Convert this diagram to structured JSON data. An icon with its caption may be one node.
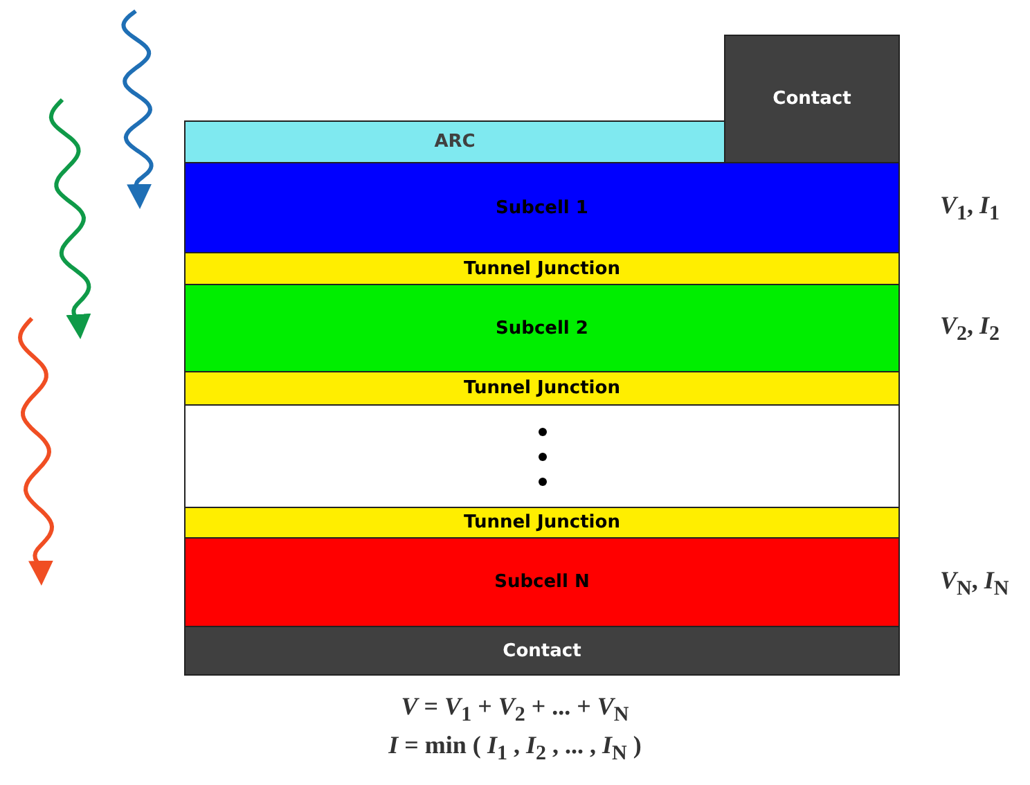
{
  "diagram": {
    "nodes": [
      {
        "text": [
          "Contact"
        ]
      },
      {
        "text": [
          "ARC"
        ]
      },
      {
        "text": [
          "Subcell 1"
        ],
        "beside": [
          "*V*$_{1}$, *I*$_{1}$"
        ]
      },
      {
        "text": [
          "Tunnel Junction"
        ]
      },
      {
        "text": [
          "Subcell 2"
        ],
        "beside": [
          "*V*$_{2}$, *I*$_{2}$"
        ]
      },
      {
        "text": [
          "Tunnel Junction"
        ]
      },
      {
        "text": [],
        "shape": "box"
      },
      {
        "text": [
          "Tunnel Junction"
        ]
      },
      {
        "text": [
          "Subcell N"
        ],
        "beside": [
          "*V*$_{N}$, *I*$_{N}$"
        ]
      },
      {
        "text": [
          "Contact"
        ]
      }
    ],
    "edges": [],
    "labels": [
      "*V* = *V*$_{1}$ + *V*$_{2}$ + ... + *V*$_{N}$",
      "*I* = min ( *I*$_{1}$ , *I*$_{2}$ , ... , *I*$_{N}$ )"
    ]
  }
}
